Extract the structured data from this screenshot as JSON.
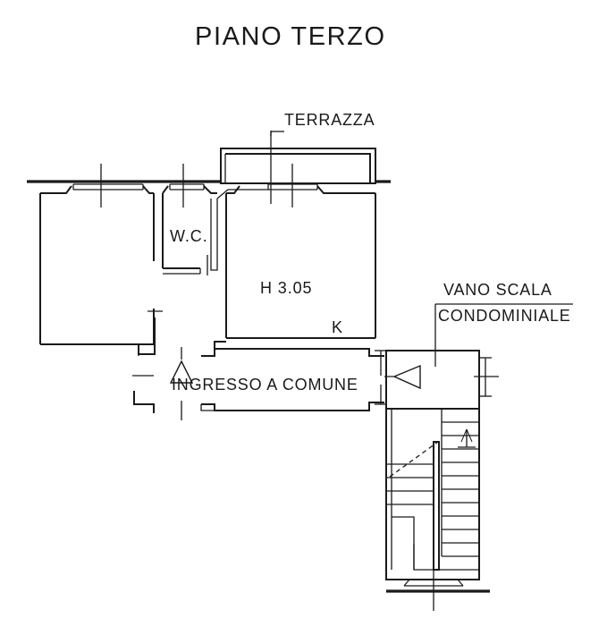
{
  "document": {
    "title": "PIANO TERZO",
    "type": "architectural-floor-plan",
    "language": "it"
  },
  "labels": {
    "title": "PIANO TERZO",
    "terrace": "TERRAZZA",
    "wc": "W.C.",
    "height": "H 3.05",
    "kitchen": "K",
    "stairwell_line1": "VANO SCALA",
    "stairwell_line2": "CONDOMINIALE",
    "entrance": "INGRESSO A COMUNE"
  },
  "colors": {
    "ink": "#1a1a1a",
    "paper": "#ffffff"
  },
  "rooms": [
    {
      "name": "terrazza",
      "label": "TERRAZZA"
    },
    {
      "name": "living-room",
      "label": "H 3.05"
    },
    {
      "name": "bathroom",
      "label": "W.C."
    },
    {
      "name": "kitchen",
      "label": "K"
    },
    {
      "name": "stairwell",
      "label": "VANO SCALA CONDOMINIALE"
    },
    {
      "name": "entrance-corridor",
      "label": "INGRESSO A COMUNE"
    }
  ],
  "annotations": {
    "ceiling_height_m": "3.05",
    "stair_direction_marker": "arrow-up",
    "door_swing_marker": "triangle"
  }
}
